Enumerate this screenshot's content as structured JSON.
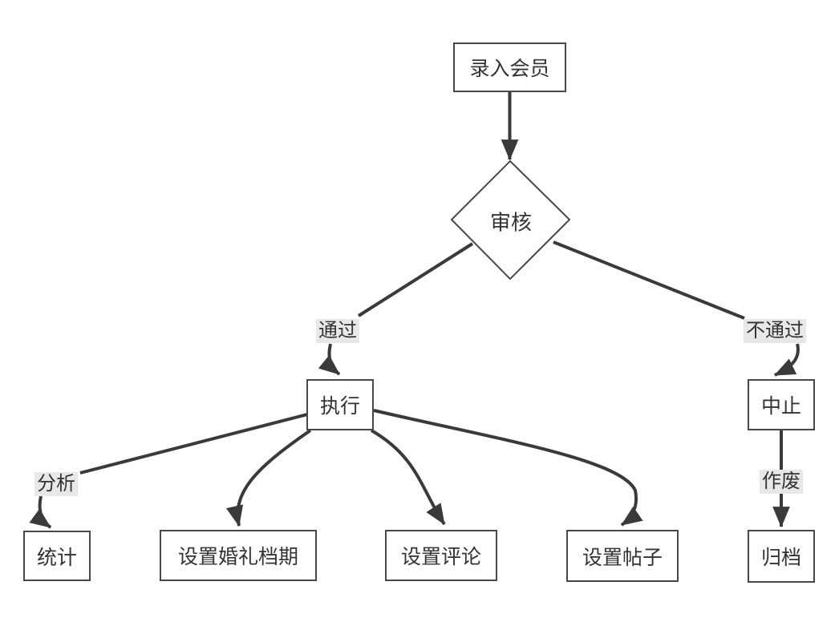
{
  "diagram": {
    "title": "member-review-flowchart",
    "colors": {
      "background": "#ffffff",
      "node_fill": "#ffffff",
      "node_border": "#474747",
      "edge_stroke": "#3a3a3a",
      "edge_label_bg": "#e8e8e8",
      "text": "#333333"
    },
    "nodes": [
      {
        "id": "enroll",
        "label": "录入会员",
        "shape": "rect"
      },
      {
        "id": "review",
        "label": "审核",
        "shape": "diamond"
      },
      {
        "id": "execute",
        "label": "执行",
        "shape": "rect"
      },
      {
        "id": "abort",
        "label": "中止",
        "shape": "rect"
      },
      {
        "id": "stats",
        "label": "统计",
        "shape": "rect"
      },
      {
        "id": "wedding",
        "label": "设置婚礼档期",
        "shape": "rect"
      },
      {
        "id": "comments",
        "label": "设置评论",
        "shape": "rect"
      },
      {
        "id": "posts",
        "label": "设置帖子",
        "shape": "rect"
      },
      {
        "id": "archive",
        "label": "归档",
        "shape": "rect"
      }
    ],
    "edges": [
      {
        "from": "录入会员",
        "to": "审核",
        "label": ""
      },
      {
        "from": "审核",
        "to": "执行",
        "label": "通过"
      },
      {
        "from": "审核",
        "to": "中止",
        "label": "不通过"
      },
      {
        "from": "执行",
        "to": "统计",
        "label": "分析"
      },
      {
        "from": "执行",
        "to": "设置婚礼档期",
        "label": ""
      },
      {
        "from": "执行",
        "to": "设置评论",
        "label": ""
      },
      {
        "from": "执行",
        "to": "设置帖子",
        "label": ""
      },
      {
        "from": "中止",
        "to": "归档",
        "label": "作废"
      }
    ]
  }
}
